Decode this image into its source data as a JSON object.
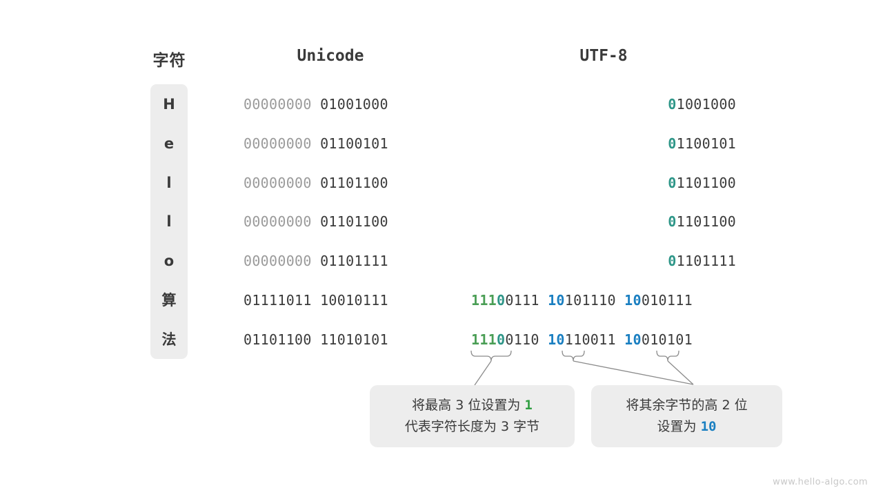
{
  "headers": {
    "character": "字符",
    "unicode": "Unicode",
    "utf8": "UTF-8"
  },
  "colors": {
    "strip_bg": "#ededed",
    "text": "#3a3a3a",
    "dim": "#9a9a9a",
    "green": "#4a9e55",
    "teal": "#2e9688",
    "blue": "#1a7fc1",
    "callout_bg": "#ededed",
    "connector": "#8b8b8b",
    "watermark": "#c8c8c8",
    "background": "#ffffff"
  },
  "rows": [
    {
      "char": "H",
      "unicode_high": "00000000",
      "unicode_low": "01001000",
      "utf8_kind": "ascii",
      "utf8_prefix": "0",
      "utf8_rest": "1001000"
    },
    {
      "char": "e",
      "unicode_high": "00000000",
      "unicode_low": "01100101",
      "utf8_kind": "ascii",
      "utf8_prefix": "0",
      "utf8_rest": "1100101"
    },
    {
      "char": "l",
      "unicode_high": "00000000",
      "unicode_low": "01101100",
      "utf8_kind": "ascii",
      "utf8_prefix": "0",
      "utf8_rest": "1101100"
    },
    {
      "char": "l",
      "unicode_high": "00000000",
      "unicode_low": "01101100",
      "utf8_kind": "ascii",
      "utf8_prefix": "0",
      "utf8_rest": "1101100"
    },
    {
      "char": "o",
      "unicode_high": "00000000",
      "unicode_low": "01101111",
      "utf8_kind": "ascii",
      "utf8_prefix": "0",
      "utf8_rest": "1101111"
    },
    {
      "char": "算",
      "unicode_high": "01111011",
      "unicode_low": "10010111",
      "utf8_kind": "multi",
      "b1_green": "111",
      "b1_teal": "0",
      "b1_rest": "0111",
      "b2_blue": "10",
      "b2_rest": "101110",
      "b3_blue": "10",
      "b3_rest": "010111"
    },
    {
      "char": "法",
      "unicode_high": "01101100",
      "unicode_low": "11010101",
      "utf8_kind": "multi",
      "b1_green": "111",
      "b1_teal": "0",
      "b1_rest": "0110",
      "b2_blue": "10",
      "b2_rest": "110011",
      "b3_blue": "10",
      "b3_rest": "010101"
    }
  ],
  "callouts": {
    "left": {
      "line1_a": "将最高 3 位设置为 ",
      "line1_hl": "1",
      "line2": "代表字符长度为 3 字节"
    },
    "right": {
      "line1": "将其余字节的高 2 位",
      "line2_a": "设置为 ",
      "line2_hl": "10"
    }
  },
  "watermark": "www.hello-algo.com"
}
